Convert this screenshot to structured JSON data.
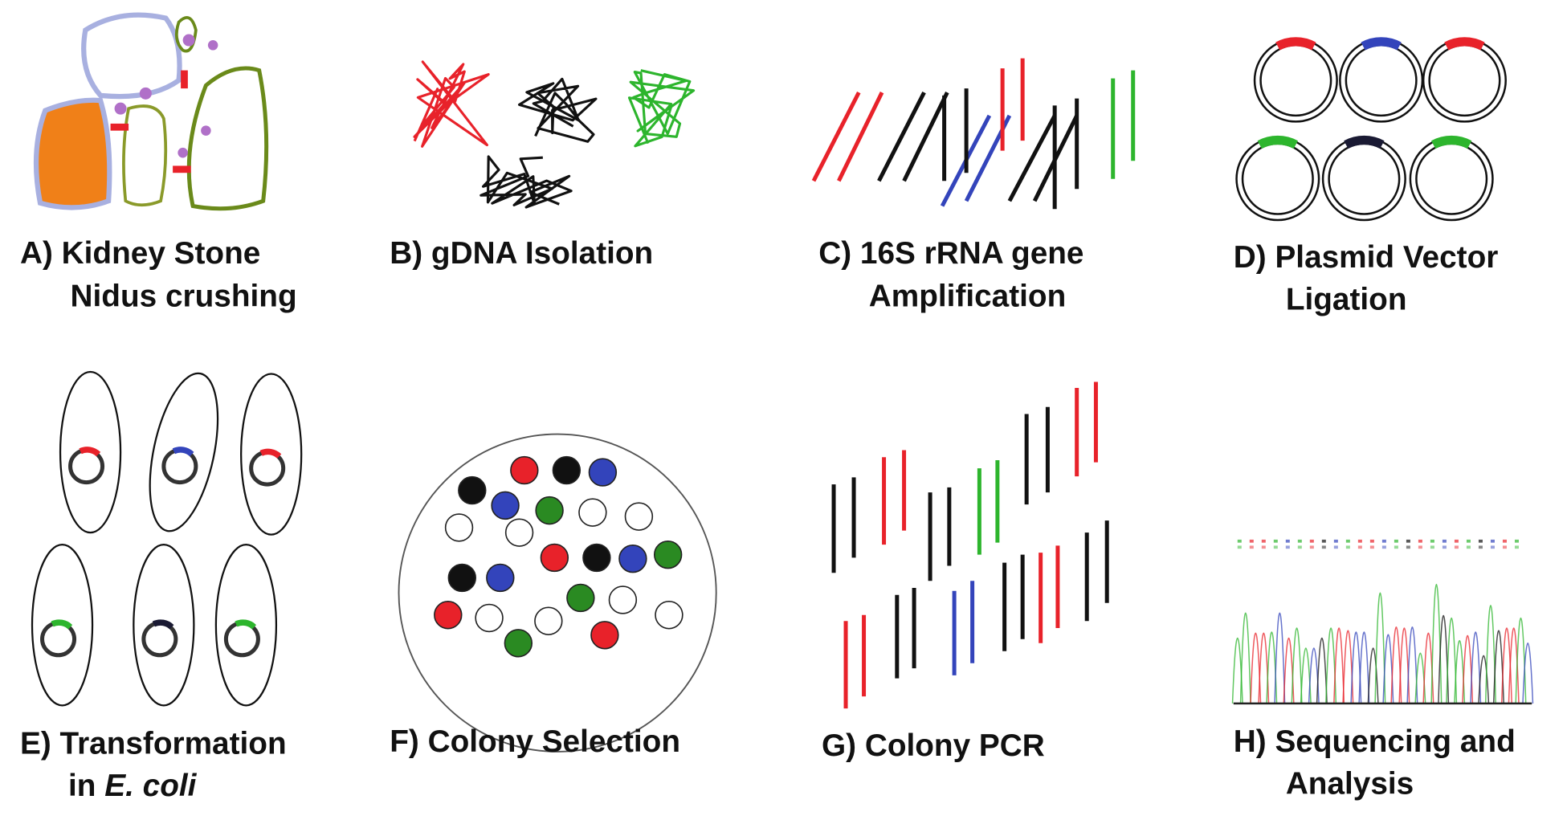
{
  "title": "Workflow for 16S rRNA gene analysis of kidney stone nidus",
  "colors": {
    "red": "#e8222a",
    "blue": "#3344bb",
    "green": "#2db52d",
    "black": "#111111",
    "orange": "#f08018",
    "olive": "#7a8a1a",
    "lavender": "#a8b0e0",
    "purple": "#b070c8",
    "colony_green": "#2a8a22"
  },
  "panels": [
    {
      "id": "A",
      "line1": "A) Kidney Stone",
      "line2": "Nidus crushing"
    },
    {
      "id": "B",
      "line1": "B) gDNA Isolation"
    },
    {
      "id": "C",
      "line1": "C) 16S rRNA gene",
      "line2": "Amplification"
    },
    {
      "id": "D",
      "line1": "D) Plasmid Vector",
      "line2": "Ligation"
    },
    {
      "id": "E",
      "line1": "E) Transformation",
      "line2_prefix": "in ",
      "line2_italic": "E. coli"
    },
    {
      "id": "F",
      "line1": "F) Colony Selection"
    },
    {
      "id": "G",
      "line1": "G) Colony PCR"
    },
    {
      "id": "H",
      "line1": "H) Sequencing and",
      "line2": "Analysis"
    }
  ]
}
